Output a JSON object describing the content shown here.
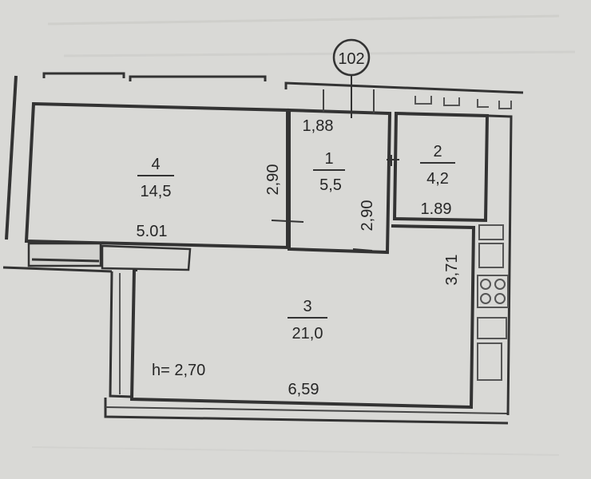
{
  "axis_marker": "102",
  "rooms": [
    {
      "number": "4",
      "area": "14,5",
      "width": "5.01",
      "height": "2,90"
    },
    {
      "number": "1",
      "area": "5,5",
      "top_width": "1,88",
      "height": "2,90"
    },
    {
      "number": "2",
      "area": "4,2",
      "width": "1.89"
    },
    {
      "number": "3",
      "area": "21,0",
      "width": "6,59",
      "height": "3,71"
    }
  ],
  "ceiling_height": "h= 2,70",
  "colors": {
    "paper": "#d9d9d6",
    "ink": "#333333",
    "fill": "#cfcfcc"
  }
}
